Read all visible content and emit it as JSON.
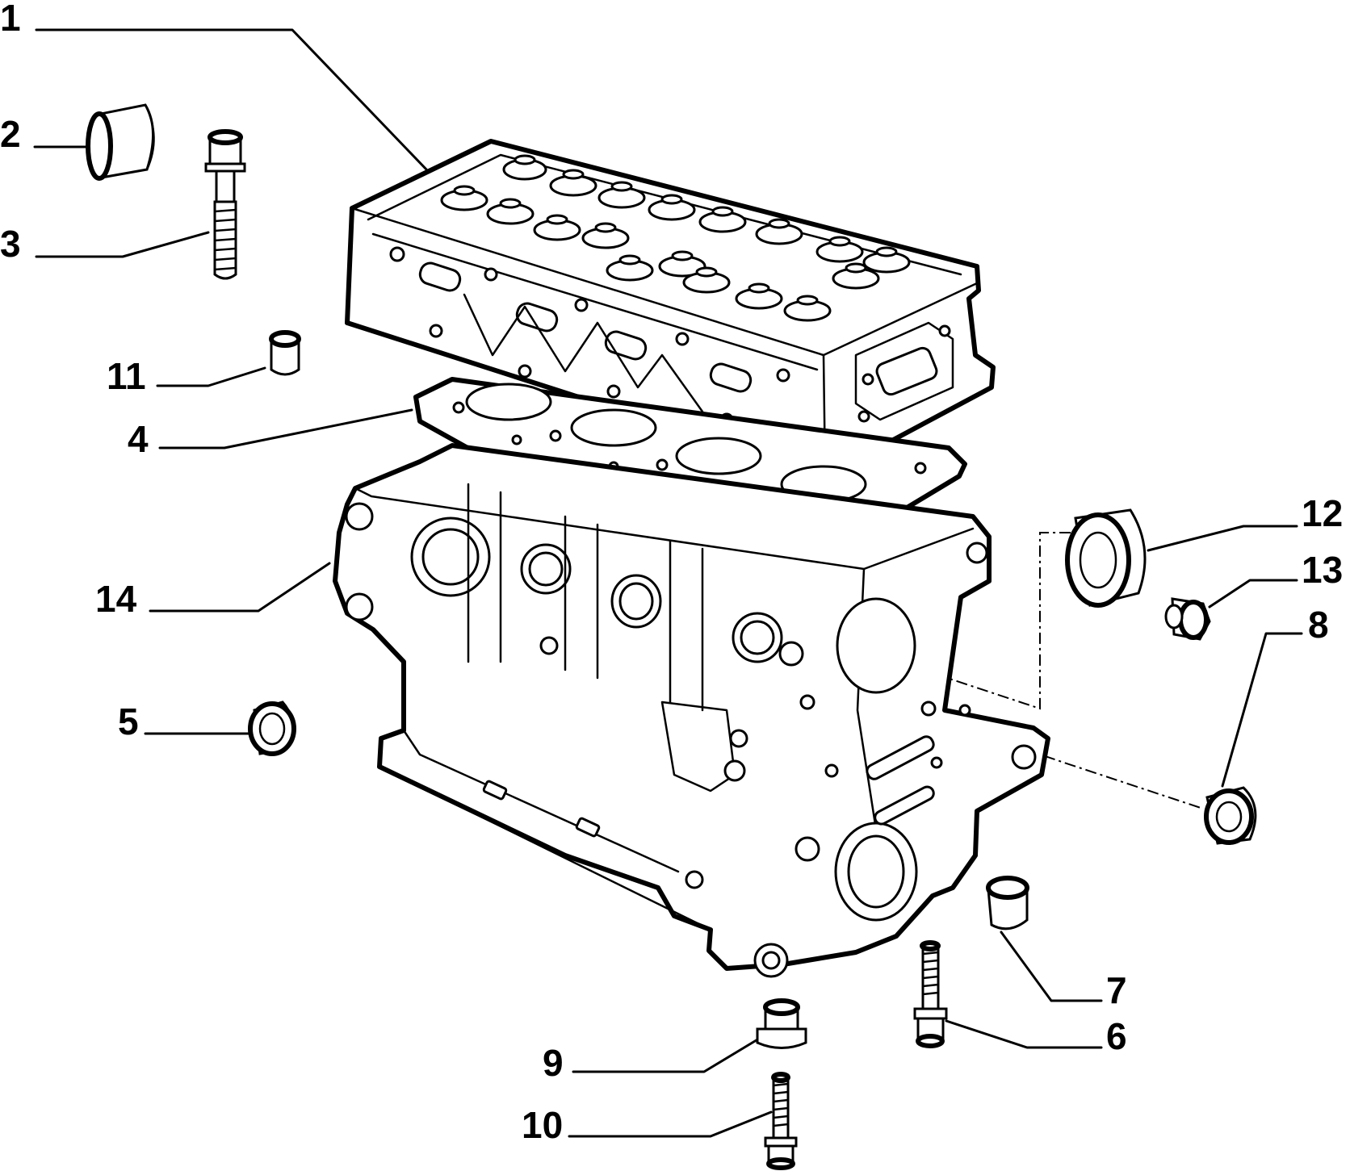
{
  "callouts": [
    {
      "id": "1",
      "text": "1"
    },
    {
      "id": "2",
      "text": "2"
    },
    {
      "id": "3",
      "text": "3"
    },
    {
      "id": "11",
      "text": "11"
    },
    {
      "id": "4",
      "text": "4"
    },
    {
      "id": "14",
      "text": "14"
    },
    {
      "id": "5",
      "text": "5"
    },
    {
      "id": "12",
      "text": "12"
    },
    {
      "id": "13",
      "text": "13"
    },
    {
      "id": "8",
      "text": "8"
    },
    {
      "id": "7",
      "text": "7"
    },
    {
      "id": "6",
      "text": "6"
    },
    {
      "id": "9",
      "text": "9"
    },
    {
      "id": "10",
      "text": "10"
    }
  ]
}
